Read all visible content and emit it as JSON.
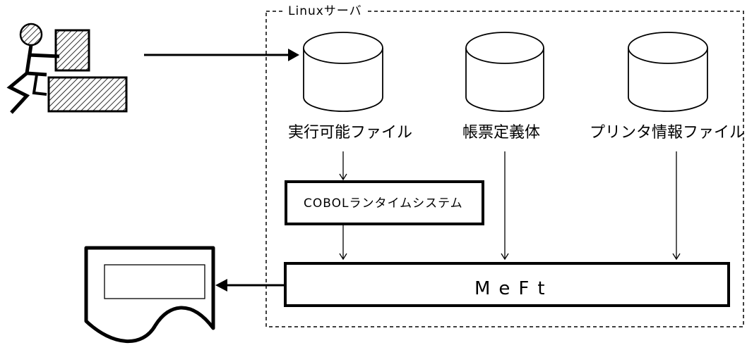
{
  "server": {
    "title": "Linuxサーバ"
  },
  "files": {
    "executable": "実行可能ファイル",
    "form_definition": "帳票定義体",
    "printer_info": "プリンタ情報ファイル"
  },
  "components": {
    "runtime": "COBOLランタイムシステム",
    "engine": "MeFt"
  },
  "colors": {
    "line": "#000000",
    "background": "#ffffff",
    "hatch": "#000000"
  }
}
